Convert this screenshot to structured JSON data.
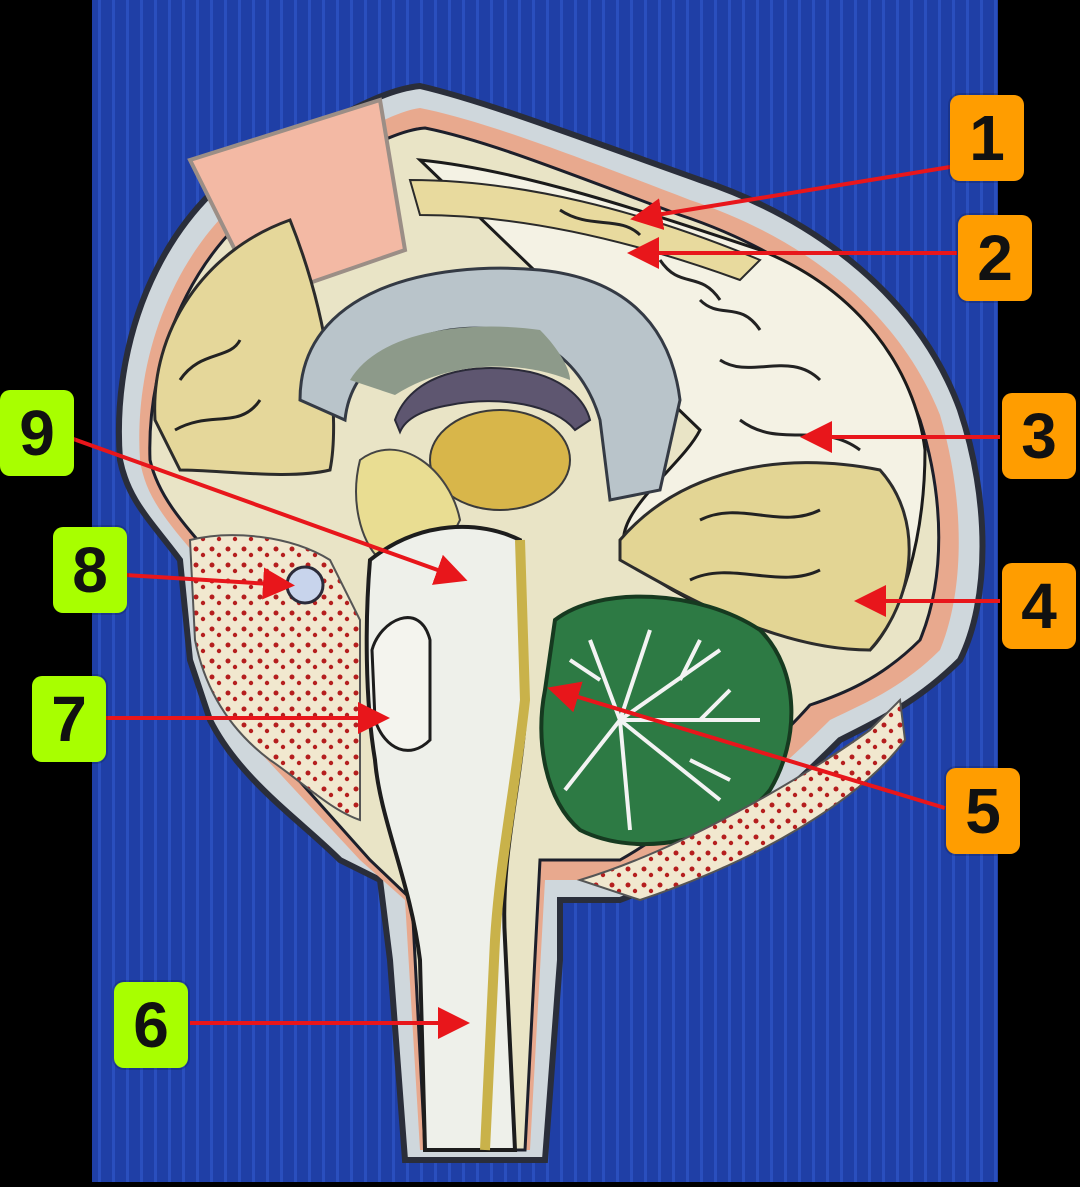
{
  "colors": {
    "board_blue": "#1f3fa6",
    "label_orange": "#ff9d00",
    "label_green": "#a8ff00",
    "arrow_red": "#e8161b"
  },
  "labels": [
    {
      "id": "1",
      "text": "1",
      "color": "orange"
    },
    {
      "id": "2",
      "text": "2",
      "color": "orange"
    },
    {
      "id": "3",
      "text": "3",
      "color": "orange"
    },
    {
      "id": "4",
      "text": "4",
      "color": "orange"
    },
    {
      "id": "5",
      "text": "5",
      "color": "orange"
    },
    {
      "id": "6",
      "text": "6",
      "color": "green"
    },
    {
      "id": "7",
      "text": "7",
      "color": "green"
    },
    {
      "id": "8",
      "text": "8",
      "color": "green"
    },
    {
      "id": "9",
      "text": "9",
      "color": "green"
    }
  ]
}
